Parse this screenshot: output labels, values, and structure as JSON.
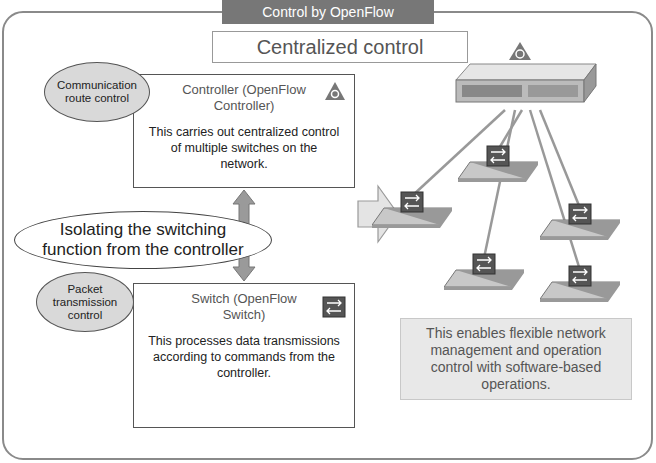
{
  "diagram": {
    "title": "Control by OpenFlow",
    "nodes": [
      {
        "text": [
          "Centralized control"
        ]
      },
      {
        "text": [
          "Controller (OpenFlow Controller)",
          "This carries out centralized control of multiple switches on the network."
        ]
      },
      {
        "text": [
          "Communication route control"
        ]
      },
      {
        "text": [
          "Isolating the switching function from the controller"
        ]
      },
      {
        "text": [
          "Switch (OpenFlow Switch)",
          "This processes data transmissions according to commands from the controller."
        ]
      },
      {
        "text": [
          "Packet transmission control"
        ]
      },
      {
        "text": [
          "This enables flexible network management and operation control with software-based operations."
        ]
      }
    ],
    "edges": [
      {
        "from": 1,
        "to": 4,
        "arrow": "both"
      }
    ]
  }
}
